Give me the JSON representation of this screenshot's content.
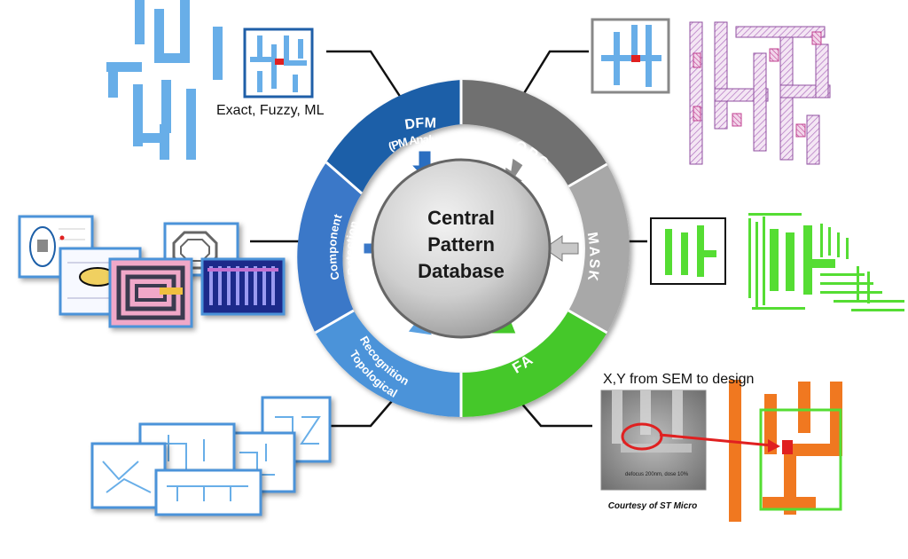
{
  "center": {
    "line1": "Central",
    "line2": "Pattern",
    "line3": "Database"
  },
  "segments": [
    {
      "id": "dfm",
      "lines": [
        "DFM",
        "(PM Analysis)"
      ],
      "color": "#1f5fa8"
    },
    {
      "id": "opc",
      "lines": [
        "OPC"
      ],
      "color": "#707070"
    },
    {
      "id": "mask",
      "lines": [
        "MASK"
      ],
      "color": "#a8a8a8"
    },
    {
      "id": "fa",
      "lines": [
        "FA"
      ],
      "color": "#45c82a"
    },
    {
      "id": "topo",
      "lines": [
        "Topological",
        "Recognition"
      ],
      "color": "#4c93d9"
    },
    {
      "id": "comp",
      "lines": [
        "Component",
        "Detection"
      ],
      "color": "#3a78c8"
    }
  ],
  "annotations": {
    "dfm_methods": "Exact, Fuzzy, ML",
    "fa_note": "X,Y from SEM to design",
    "sem_credit": "Courtesy of ST Micro",
    "sem_inner": "defocus 200nm, dose 10%"
  },
  "colors": {
    "blue_pattern": "#68aee8",
    "red_marker": "#e02020",
    "green_pattern": "#55dd33",
    "orange_pattern": "#f07820",
    "hatch_purple": "#b070c0"
  }
}
